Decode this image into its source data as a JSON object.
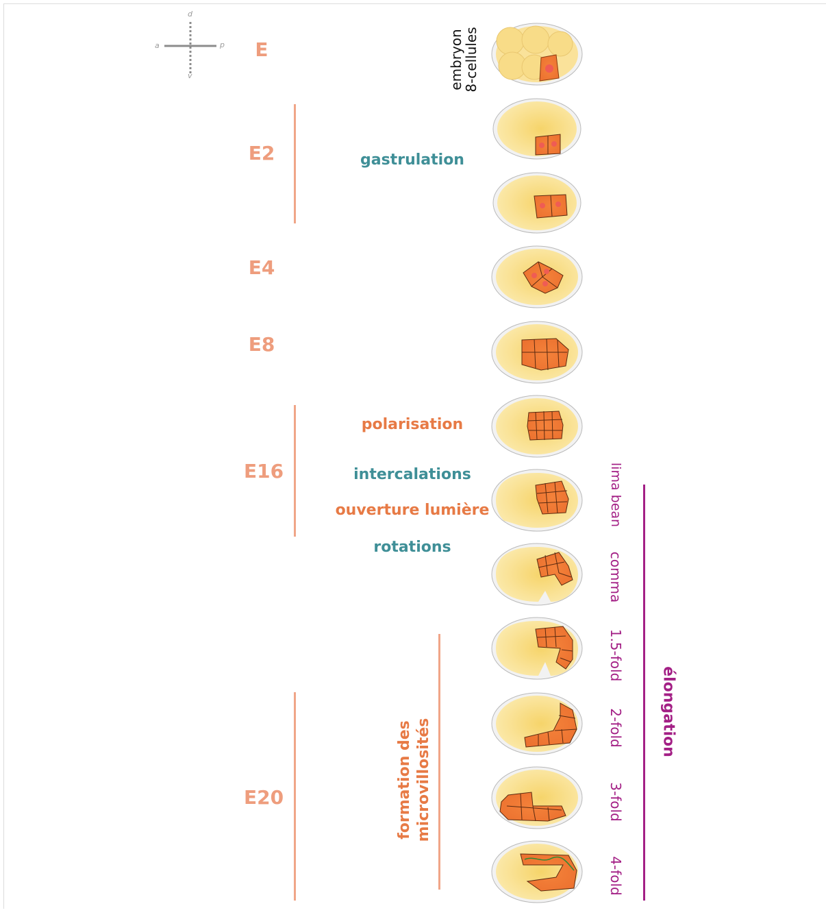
{
  "axes": {
    "d": "d",
    "v": "v",
    "a": "a",
    "p": "p"
  },
  "stages": {
    "e": "E",
    "e2": "E2",
    "e4": "E4",
    "e8": "E8",
    "e16": "E16",
    "e20": "E20"
  },
  "processes": {
    "gastrulation": "gastrulation",
    "polarisation": "polarisation",
    "intercalations": "intercalations",
    "lumen": "ouverture lumière",
    "rotations": "rotations",
    "microvilli_line1": "formation des",
    "microvilli_line2": "microvillosités"
  },
  "embryo_caption": {
    "line1": "embryon",
    "line2": "8-cellules"
  },
  "elongation_stages": [
    "lima bean",
    "comma",
    "1.5-fold",
    "2-fold",
    "3-fold",
    "4-fold"
  ],
  "elongation_title": "élongation",
  "colors": {
    "stage": "#ee9d7d",
    "teal": "#3f8f97",
    "orange": "#e77a45",
    "magenta": "#a31f85",
    "egg": "#f7d77a",
    "cell": "#f08a3a"
  }
}
